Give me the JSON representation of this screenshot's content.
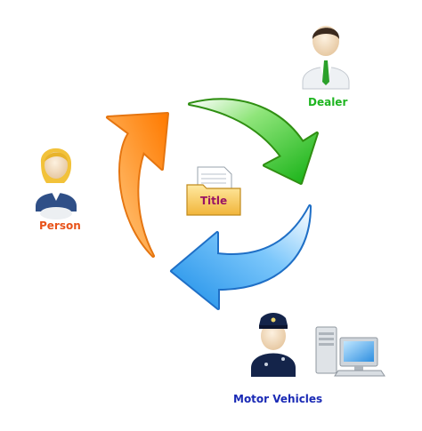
{
  "nodes": {
    "dealer": {
      "label": "Dealer",
      "color": "#1fb521"
    },
    "person": {
      "label": "Person",
      "color": "#e8531a"
    },
    "motor_vehicles": {
      "label": "Motor Vehicles",
      "color": "#1a2ab5"
    },
    "title": {
      "label": "Title",
      "color": "#9a1464"
    }
  },
  "arrows": {
    "green": "#22c51b",
    "blue": "#33a3f2",
    "orange": "#ff8410"
  },
  "icons": [
    "dealer-person-icon",
    "person-woman-icon",
    "police-officer-icon",
    "computer-icon",
    "folder-document-icon"
  ]
}
